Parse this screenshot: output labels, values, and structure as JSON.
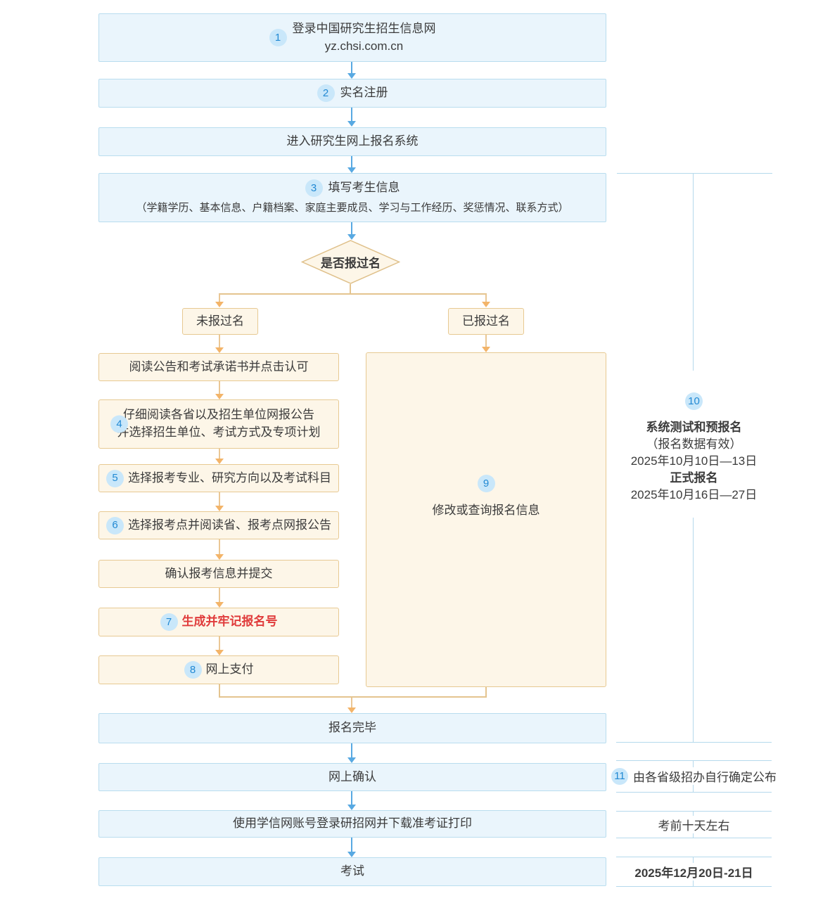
{
  "flow": {
    "login": {
      "num": "1",
      "title": "登录中国研究生招生信息网",
      "url": "yz.chsi.com.cn"
    },
    "register": {
      "num": "2",
      "label": "实名注册"
    },
    "enter_system": {
      "label": "进入研究生网上报名系统"
    },
    "fill_info": {
      "num": "3",
      "title": "填写考生信息",
      "detail": "（学籍学历、基本信息、户籍档案、家庭主要成员、学习与工作经历、奖惩情况、联系方式）"
    },
    "decision": {
      "label": "是否报过名"
    },
    "branch_no": {
      "label": "未报过名"
    },
    "branch_yes": {
      "label": "已报过名"
    },
    "read_notice": {
      "label": "阅读公告和考试承诺书并点击认可"
    },
    "read_announcements": {
      "num": "4",
      "line1": "仔细阅读各省以及招生单位网报公告",
      "line2": "并选择招生单位、考试方式及专项计划"
    },
    "choose_major": {
      "num": "5",
      "label": "选择报考专业、研究方向以及考试科目"
    },
    "choose_site": {
      "num": "6",
      "label": "选择报考点并阅读省、报考点网报公告"
    },
    "confirm_submit": {
      "label": "确认报考信息并提交"
    },
    "generate_number": {
      "num": "7",
      "label": "生成并牢记报名号"
    },
    "online_payment": {
      "num": "8",
      "label": "网上支付"
    },
    "modify_query": {
      "num": "9",
      "label": "修改或查询报名信息"
    },
    "complete": {
      "label": "报名完毕"
    },
    "online_confirm": {
      "label": "网上确认"
    },
    "download_print": {
      "label": "使用学信网账号登录研招网并下载准考证打印"
    },
    "exam": {
      "label": "考试"
    }
  },
  "schedule": {
    "num": "10",
    "pre_title": "系统测试和预报名",
    "pre_note": "（报名数据有效）",
    "pre_date": "2025年10月10日—13日",
    "formal_title": "正式报名",
    "formal_date": "2025年10月16日—27日",
    "confirm_row": {
      "num": "11",
      "label": "由各省级招办自行确定公布"
    },
    "ticket_row": {
      "label": "考前十天左右"
    },
    "exam_row": {
      "label": "2025年12月20日-21日"
    }
  },
  "colors": {
    "blue_box_fill": "#eaf5fc",
    "blue_box_border": "#b9ddef",
    "cream_box_fill": "#fdf6e8",
    "cream_box_border": "#e7c992",
    "blue_arrow": "#58a9e2",
    "orange_line": "#e4c48f",
    "orange_arrow": "#f3b469",
    "badge_bg": "#c9e7fa",
    "badge_text": "#2289d3",
    "red_text": "#e03b3b",
    "sidebar_line": "#b5d9ec",
    "text": "#3b3b3b"
  }
}
